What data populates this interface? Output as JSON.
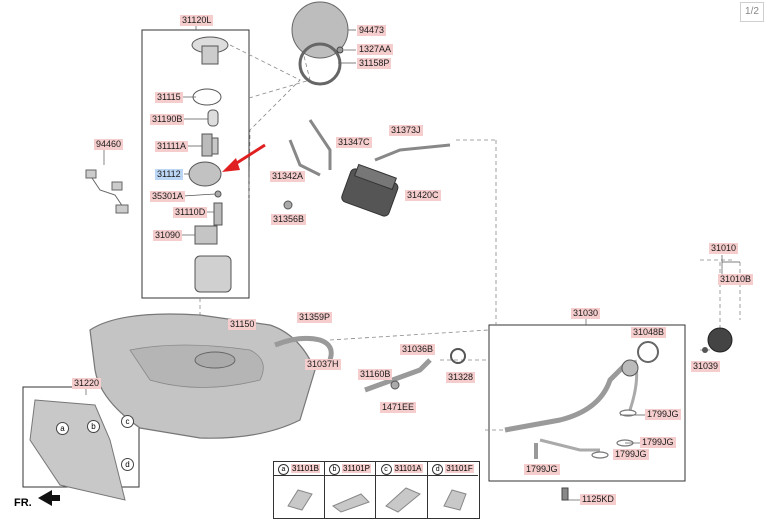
{
  "pager": "1/2",
  "fr_label": "FR.",
  "labels": {
    "p31120L": "31120L",
    "p94473": "94473",
    "p1327AA": "1327AA",
    "p31158P": "31158P",
    "p31115": "31115",
    "p31190B": "31190B",
    "p31111A": "31111A",
    "p31112": "31112",
    "p35301A": "35301A",
    "p31110D": "31110D",
    "p31090": "31090",
    "p94460": "94460",
    "p31347C": "31347C",
    "p31373J": "31373J",
    "p31342A": "31342A",
    "p31420C": "31420C",
    "p31356B": "31356B",
    "p31150": "31150",
    "p31359P": "31359P",
    "p31037H": "31037H",
    "p31036B": "31036B",
    "p31160B": "31160B",
    "p31328": "31328",
    "p1471EE": "1471EE",
    "p31030": "31030",
    "p31048B": "31048B",
    "p31039": "31039",
    "p31010": "31010",
    "p31010B": "31010B",
    "p1799JG_1": "1799JG",
    "p1799JG_2": "1799JG",
    "p1799JG_3": "1799JG",
    "p1799JG_4": "1799JG",
    "p1125KD": "1125KD",
    "p31220": "31220"
  },
  "legend": [
    {
      "letter": "a",
      "code": "31101B"
    },
    {
      "letter": "b",
      "code": "31101P"
    },
    {
      "letter": "c",
      "code": "31101A"
    },
    {
      "letter": "d",
      "code": "31101F"
    }
  ],
  "callouts": [
    "a",
    "b",
    "c",
    "d"
  ],
  "colors": {
    "label_bg": "#f6cdcd",
    "selected_bg": "#bcd6f5",
    "arrow": "#e02020"
  }
}
